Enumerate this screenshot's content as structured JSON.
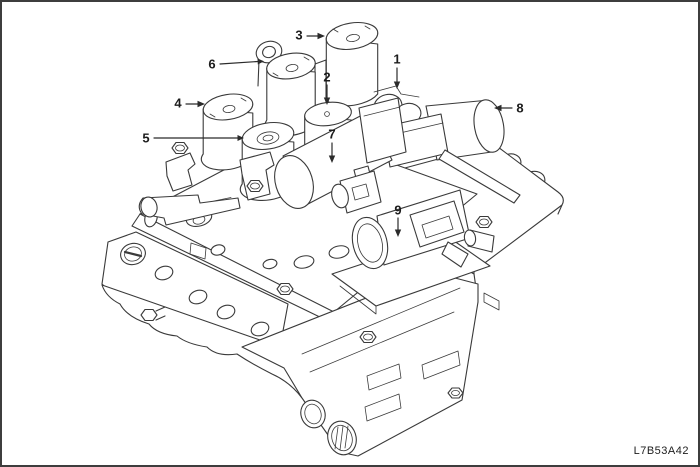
{
  "figure": {
    "code": "L7B53A42",
    "description": "Exploded isometric line diagram of a transmission valve body assembly with numbered solenoid callouts",
    "colors": {
      "background": "#ffffff",
      "line": "#3a3a3a",
      "text": "#1c1c1c",
      "border": "#3d3d3d"
    }
  },
  "callouts": [
    {
      "label": "1",
      "direction": "down"
    },
    {
      "label": "2",
      "direction": "down"
    },
    {
      "label": "3",
      "direction": "right"
    },
    {
      "label": "4",
      "direction": "right"
    },
    {
      "label": "5",
      "direction": "right"
    },
    {
      "label": "6",
      "direction": "right"
    },
    {
      "label": "7",
      "direction": "down"
    },
    {
      "label": "8",
      "direction": "left"
    },
    {
      "label": "9",
      "direction": "down"
    }
  ]
}
